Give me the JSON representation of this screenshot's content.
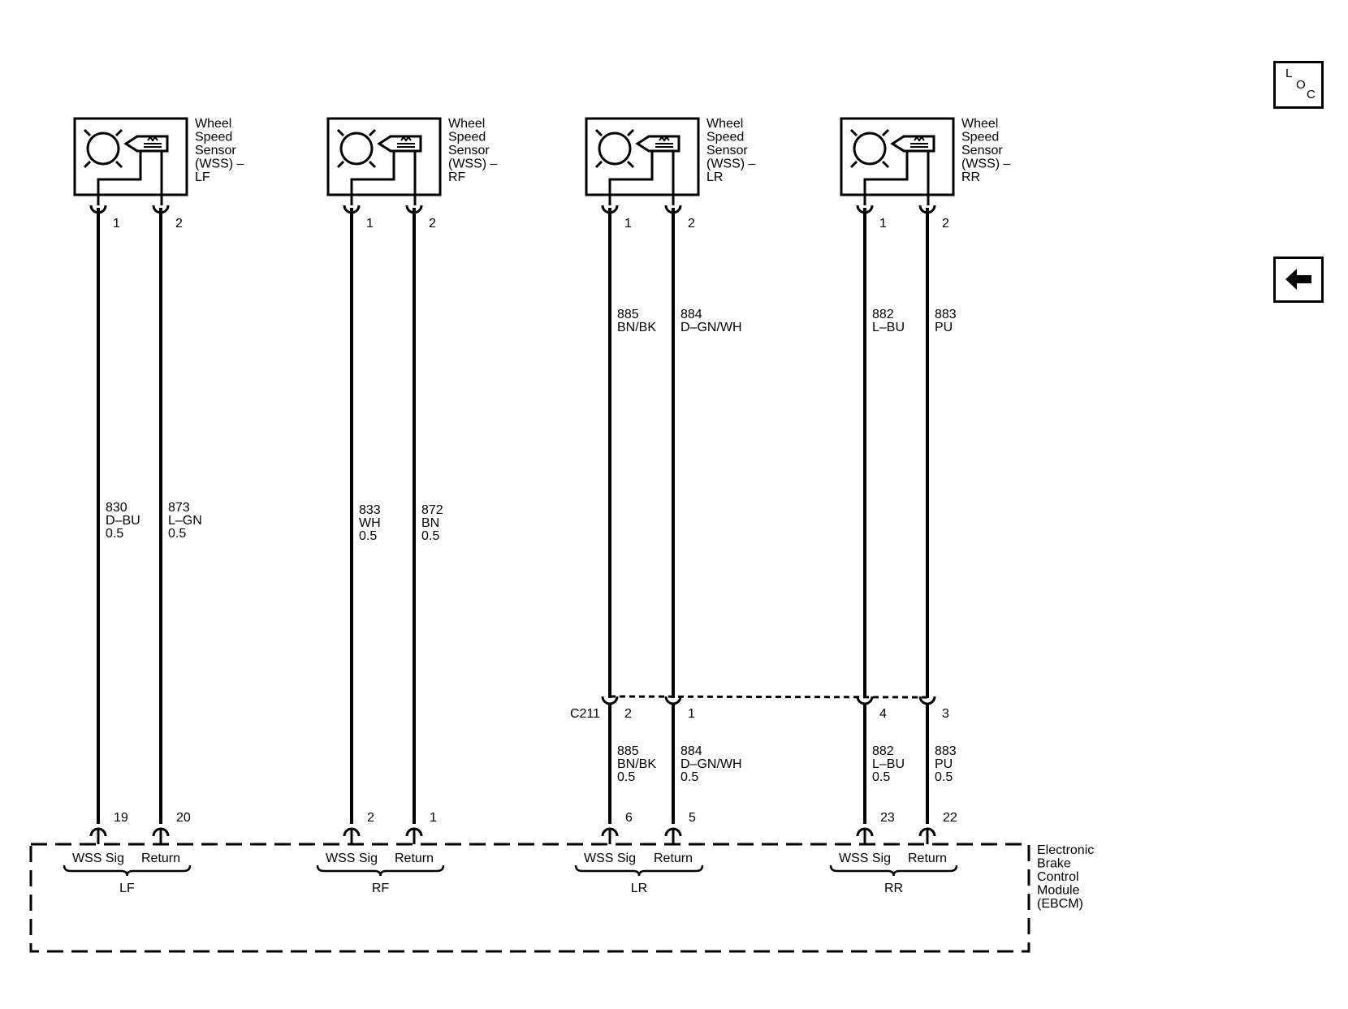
{
  "sensors": [
    {
      "title": [
        "Wheel",
        "Speed",
        "Sensor",
        "(WSS) –",
        "LF"
      ],
      "pin1": "1",
      "pin2": "2"
    },
    {
      "title": [
        "Wheel",
        "Speed",
        "Sensor",
        "(WSS) –",
        "RF"
      ],
      "pin1": "1",
      "pin2": "2"
    },
    {
      "title": [
        "Wheel",
        "Speed",
        "Sensor",
        "(WSS) –",
        "LR"
      ],
      "pin1": "1",
      "pin2": "2"
    },
    {
      "title": [
        "Wheel",
        "Speed",
        "Sensor",
        "(WSS) –",
        "RR"
      ],
      "pin1": "1",
      "pin2": "2"
    }
  ],
  "upper_wires": [
    {
      "circuit": "885",
      "color": "BN/BK"
    },
    {
      "circuit": "884",
      "color": "D–GN/WH"
    },
    {
      "circuit": "882",
      "color": "L–BU"
    },
    {
      "circuit": "883",
      "color": "PU"
    }
  ],
  "direct_wires": [
    {
      "circuit": "830",
      "color": "D–BU",
      "size": "0.5"
    },
    {
      "circuit": "873",
      "color": "L–GN",
      "size": "0.5"
    },
    {
      "circuit": "833",
      "color": "WH",
      "size": "0.5"
    },
    {
      "circuit": "872",
      "color": "BN",
      "size": "0.5"
    }
  ],
  "connector": {
    "name": "C211",
    "pins": [
      "2",
      "1",
      "4",
      "3"
    ]
  },
  "lower_wires": [
    {
      "circuit": "885",
      "color": "BN/BK",
      "size": "0.5"
    },
    {
      "circuit": "884",
      "color": "D–GN/WH",
      "size": "0.5"
    },
    {
      "circuit": "882",
      "color": "L–BU",
      "size": "0.5"
    },
    {
      "circuit": "883",
      "color": "PU",
      "size": "0.5"
    }
  ],
  "ebcm_pins": [
    "19",
    "20",
    "2",
    "1",
    "6",
    "5",
    "23",
    "22"
  ],
  "ebcm_groups": [
    {
      "sig": "WSS Sig",
      "ret": "Return",
      "name": "LF"
    },
    {
      "sig": "WSS Sig",
      "ret": "Return",
      "name": "RF"
    },
    {
      "sig": "WSS Sig",
      "ret": "Return",
      "name": "LR"
    },
    {
      "sig": "WSS Sig",
      "ret": "Return",
      "name": "RR"
    }
  ],
  "ebcm_label": [
    "Electronic",
    "Brake",
    "Control",
    "Module",
    "(EBCM)"
  ],
  "nav": {
    "loc": {
      "l": "L",
      "o": "O",
      "c": "C"
    },
    "back_icon": "left-arrow-icon"
  }
}
